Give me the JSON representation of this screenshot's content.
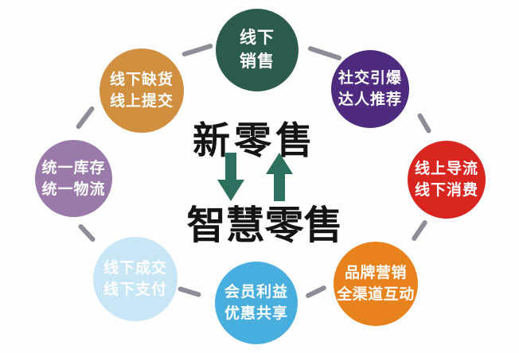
{
  "center": {
    "title_top": "新零售",
    "title_bottom": "智慧零售",
    "title_color": "#141414",
    "arrow_color": "#2e705f",
    "arrow_directions": [
      "down",
      "up"
    ]
  },
  "nodes": [
    {
      "line1": "线下",
      "line2": "销售",
      "color": "#2d5a4e",
      "text_color": "#ffffff"
    },
    {
      "line1": "社交引爆",
      "line2": "达人推荐",
      "color": "#4e2b7e",
      "text_color": "#ffffff"
    },
    {
      "line1": "线上导流",
      "line2": "线下消费",
      "color": "#d8251f",
      "text_color": "#ffffff"
    },
    {
      "line1": "品牌营销",
      "line2": "全渠道互动",
      "color": "#e8821c",
      "text_color": "#ffffff"
    },
    {
      "line1": "会员利益",
      "line2": "优惠共享",
      "color": "#47aedd",
      "text_color": "#ffffff"
    },
    {
      "line1": "线下成交",
      "line2": "线下支付",
      "color": "#c8e6f5",
      "text_color": "#ffffff"
    },
    {
      "line1": "统一库存",
      "line2": "统一物流",
      "color": "#997aa9",
      "text_color": "#ffffff"
    },
    {
      "line1": "线下缺货",
      "line2": "线上提交",
      "color": "#d09040",
      "text_color": "#ffffff"
    }
  ],
  "connectors": {
    "color": "#8d8d97"
  },
  "background": "#fefefe"
}
